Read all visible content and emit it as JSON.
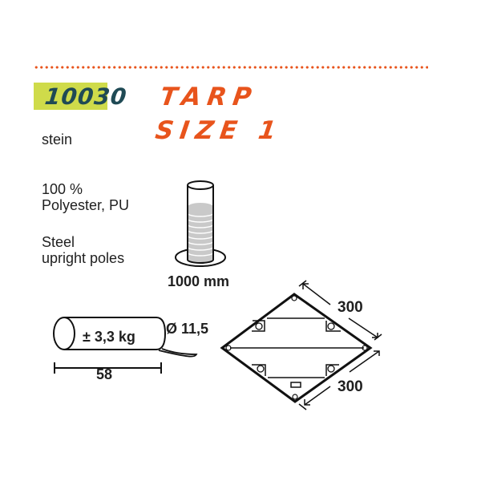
{
  "header": {
    "article_number": "10030",
    "title_line1": "TARP",
    "title_line2": "SIZE 1"
  },
  "specs": {
    "color": "stein",
    "material_line1": "100 %",
    "material_line2": "Polyester, PU",
    "poles_line1": "Steel",
    "poles_line2": "upright poles"
  },
  "water_column": {
    "icon": "water-column-icon",
    "value": "1000 mm"
  },
  "pack": {
    "icon": "pack-bag-icon",
    "weight": "± 3,3 kg",
    "diameter": "Ø 11,5",
    "length": "58"
  },
  "tarp_diagram": {
    "icon": "tarp-shape-icon",
    "side1": "300",
    "side2": "300"
  },
  "colors": {
    "accent": "#e8541c",
    "badge_bg": "#cfdb4a",
    "badge_text": "#1f4a55"
  }
}
